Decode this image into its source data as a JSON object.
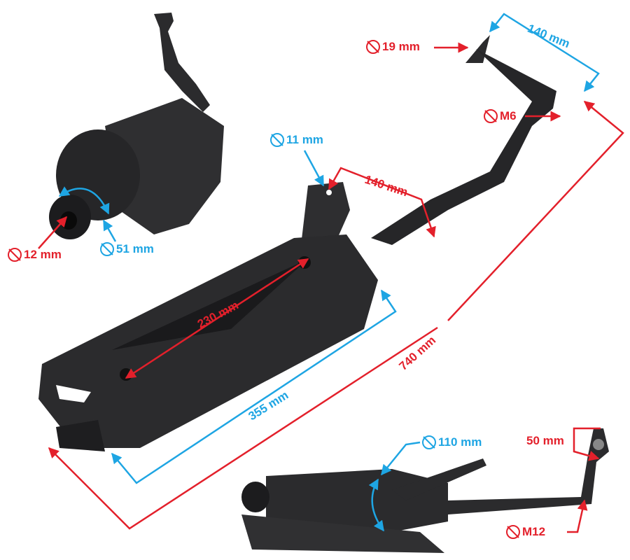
{
  "colors": {
    "red": "#e3202b",
    "blue": "#1ea5e3",
    "part": "#2b2b2d"
  },
  "dimensions": {
    "flange_diameter": {
      "icon": "diameter-icon",
      "text": "19 mm"
    },
    "top_span": {
      "text": "140 mm"
    },
    "bolt_thread": {
      "icon": "diameter-icon",
      "text": "M6"
    },
    "bracket_hole": {
      "icon": "diameter-icon",
      "text": "11 mm"
    },
    "bracket_span": {
      "text": "140 mm"
    },
    "mount_spacing": {
      "text": "230 mm"
    },
    "total_length": {
      "text": "740 mm"
    },
    "muffler_length": {
      "text": "355 mm"
    },
    "outlet_diameter": {
      "icon": "diameter-icon",
      "text": "12 mm"
    },
    "tailpipe_diameter": {
      "icon": "diameter-icon",
      "text": "51 mm"
    },
    "body_diameter": {
      "icon": "diameter-icon",
      "text": "110 mm"
    },
    "flange_spacing": {
      "text": "50 mm"
    },
    "stud_thread": {
      "icon": "diameter-icon",
      "text": "M12"
    }
  }
}
